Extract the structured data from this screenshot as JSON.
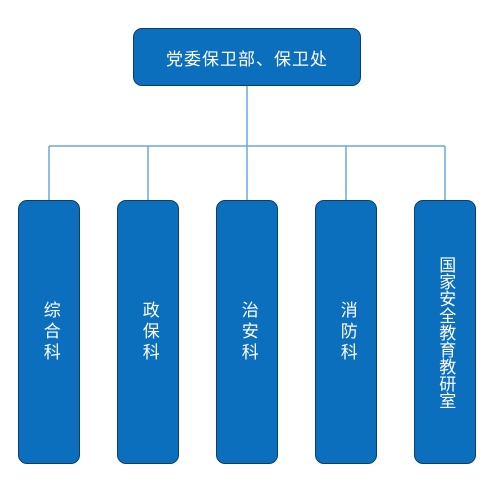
{
  "org_chart": {
    "root": {
      "label": "党委保卫部、保卫处"
    },
    "children": [
      {
        "label": "综合科"
      },
      {
        "label": "政保科"
      },
      {
        "label": "治安科"
      },
      {
        "label": "消防科"
      },
      {
        "label": "国家安全教育教研室"
      }
    ]
  },
  "colors": {
    "node_fill": "#0c6fbd",
    "node_border": "#0b3f67",
    "connector": "#6aa7dd",
    "text": "#ffffff"
  }
}
